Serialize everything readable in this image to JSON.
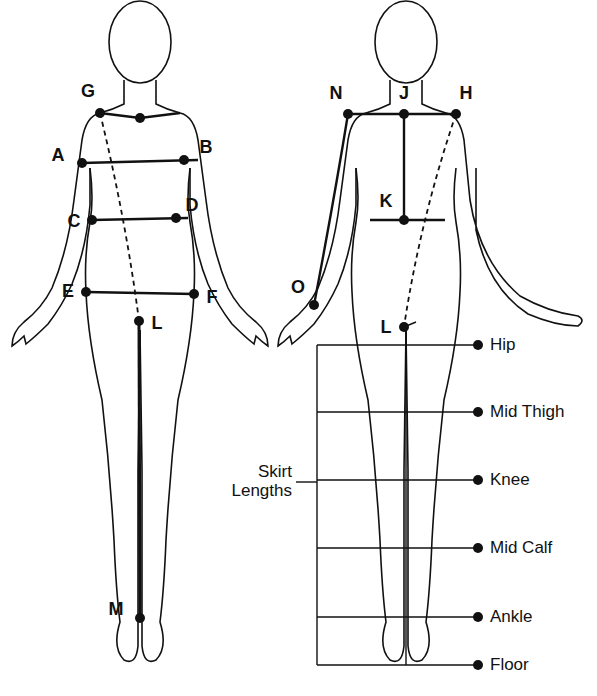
{
  "diagram": {
    "labels": [
      "G",
      "A",
      "B",
      "C",
      "D",
      "E",
      "F",
      "L",
      "M",
      "N",
      "J",
      "H",
      "K",
      "O",
      "L",
      "Skirt Lengths",
      "Hip",
      "Mid Thigh",
      "Knee",
      "Mid Calf",
      "Ankle",
      "Floor"
    ]
  }
}
